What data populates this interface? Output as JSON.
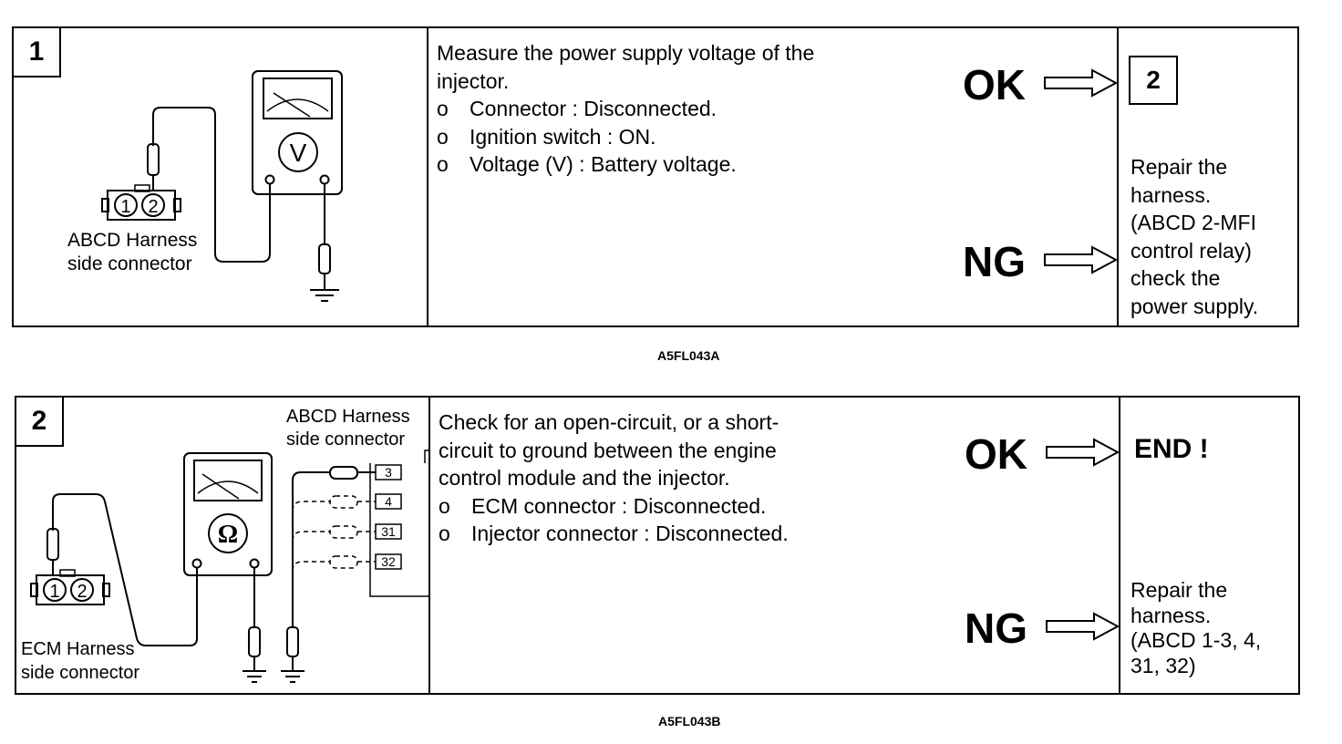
{
  "step1": {
    "number": "1",
    "diagram": {
      "connector_label": "ABCD Harness\nside connector",
      "pin1": "1",
      "pin2": "2",
      "meter_symbol": "V"
    },
    "instruction_lines": [
      "Measure the power supply voltage of the",
      "injector."
    ],
    "bullets": [
      {
        "marker": "o",
        "text": "Connector : Disconnected."
      },
      {
        "marker": "o",
        "text": "Ignition switch : ON."
      },
      {
        "marker": "o",
        "text": "Voltage (V) : Battery voltage."
      }
    ],
    "ok_label": "OK",
    "ng_label": "NG",
    "ok_next": "2",
    "ng_action_lines": [
      "Repair the",
      "harness.",
      "(ABCD 2-MFI",
      "control relay)",
      "check the",
      "power supply."
    ],
    "figure_code": "A5FL043A"
  },
  "step2": {
    "number": "2",
    "diagram": {
      "abcd_label": "ABCD Harness\nside connector",
      "ecm_label": "ECM Harness\nside connector",
      "pin1": "1",
      "pin2": "2",
      "meter_symbol": "Ω",
      "terminals": [
        "3",
        "4",
        "31",
        "32"
      ]
    },
    "instruction_lines": [
      "Check for an open-circuit, or a short-",
      "circuit to ground between the engine",
      "control module and the injector."
    ],
    "bullets": [
      {
        "marker": "o",
        "text": "ECM connector : Disconnected."
      },
      {
        "marker": "o",
        "text": "Injector connector : Disconnected."
      }
    ],
    "ok_label": "OK",
    "ng_label": "NG",
    "ok_result": "END !",
    "ng_action_lines": [
      "Repair the",
      "harness.",
      "(ABCD 1-3, 4,",
      "31, 32)"
    ],
    "figure_code": "A5FL043B"
  }
}
